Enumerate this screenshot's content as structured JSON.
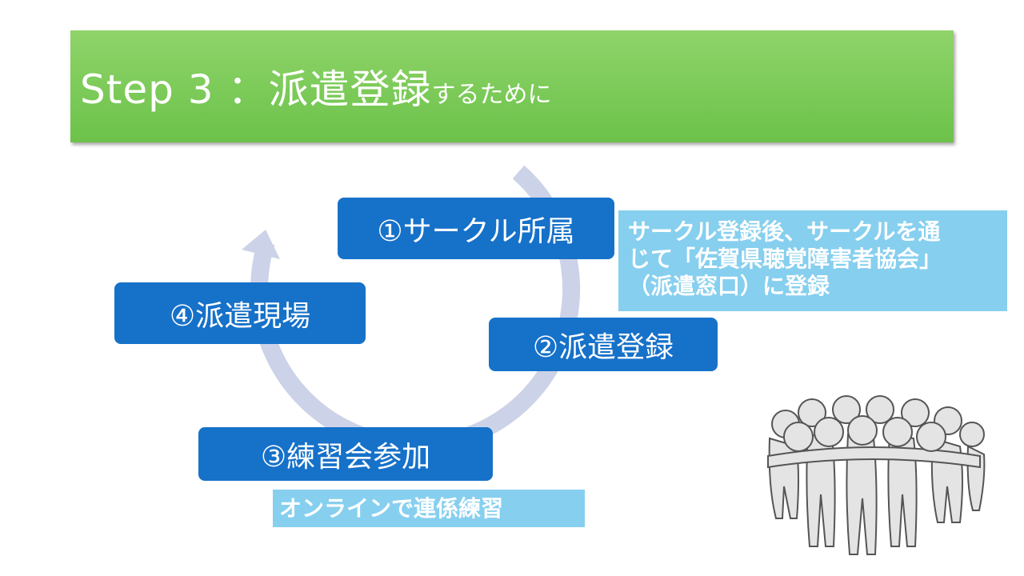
{
  "title": {
    "main": "Step 3 ：派遣登録",
    "suffix": "するために"
  },
  "steps": [
    {
      "label": "①サークル所属"
    },
    {
      "label": "②派遣登録"
    },
    {
      "label": "③練習会参加"
    },
    {
      "label": "④派遣現場"
    }
  ],
  "notes": {
    "registration": [
      "サークル登録後、サークルを通",
      "じて「佐賀県聴覚障害者協会」",
      "（派遣窓口）に登録"
    ],
    "practice": "オンラインで連係練習"
  },
  "colors": {
    "title_green": "#7acc55",
    "step_blue": "#1671c9",
    "note_blue": "#86cfef",
    "cycle_arrow": "#ccd3e8"
  },
  "icons": {
    "cycle": "circular-arrow",
    "group": "huddle-people-icon"
  }
}
